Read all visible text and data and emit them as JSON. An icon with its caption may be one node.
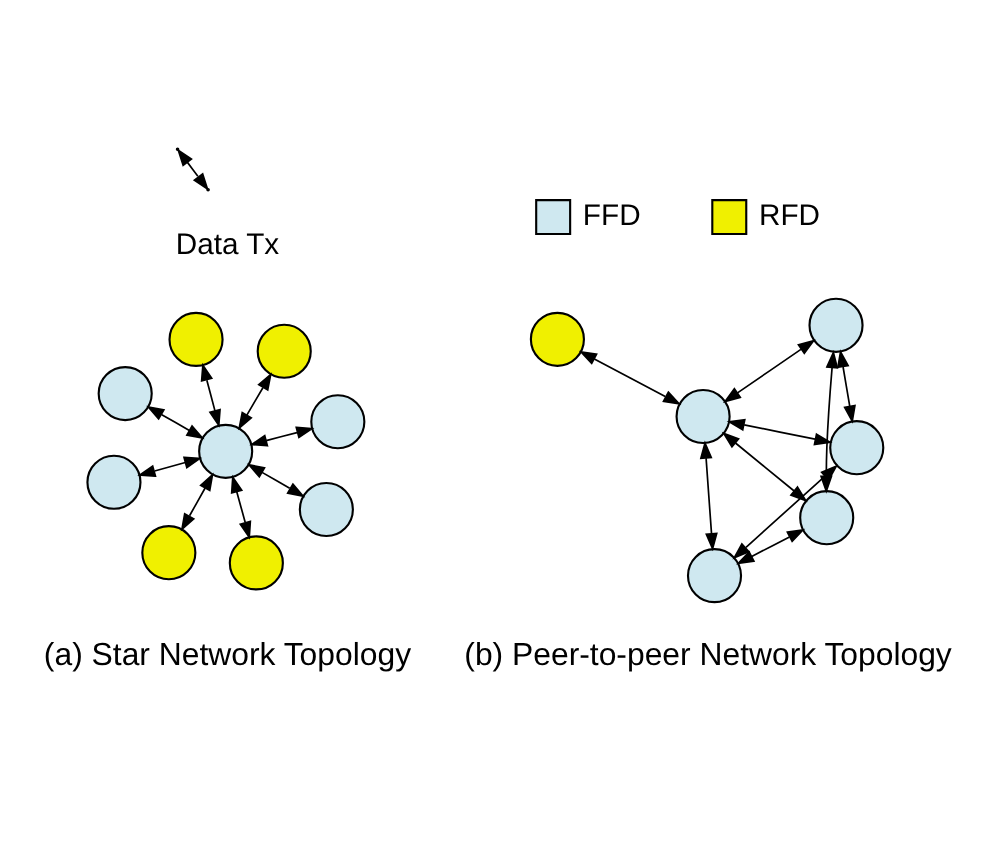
{
  "diagram": {
    "nodes": [
      {
        "text": [],
        "shape": "circle"
      },
      {
        "text": [],
        "shape": "circle"
      },
      {
        "text": [],
        "shape": "circle"
      },
      {
        "text": [],
        "shape": "circle"
      },
      {
        "text": [],
        "shape": "circle"
      },
      {
        "text": [],
        "shape": "circle"
      },
      {
        "text": [],
        "shape": "circle"
      },
      {
        "text": [],
        "shape": "circle"
      },
      {
        "text": [],
        "shape": "circle"
      },
      {
        "text": [],
        "shape": "circle"
      },
      {
        "text": [],
        "shape": "circle"
      },
      {
        "text": [],
        "shape": "circle"
      },
      {
        "text": [],
        "shape": "circle"
      },
      {
        "text": [],
        "shape": "circle"
      },
      {
        "text": [],
        "shape": "circle"
      }
    ],
    "edges": [
      {
        "from": 0,
        "to": 1,
        "arrow": "both"
      },
      {
        "from": 0,
        "to": 2,
        "arrow": "both"
      },
      {
        "from": 0,
        "to": 3,
        "arrow": "both"
      },
      {
        "from": 0,
        "to": 4,
        "arrow": "both"
      },
      {
        "from": 0,
        "to": 5,
        "arrow": "both"
      },
      {
        "from": 0,
        "to": 6,
        "arrow": "both"
      },
      {
        "from": 0,
        "to": 7,
        "arrow": "both"
      },
      {
        "from": 0,
        "to": 8,
        "arrow": "both"
      },
      {
        "from": 9,
        "to": 10,
        "arrow": "both"
      },
      {
        "from": 9,
        "to": 11,
        "arrow": "both"
      },
      {
        "from": 10,
        "to": 11,
        "arrow": "both"
      },
      {
        "from": 9,
        "to": 13,
        "arrow": "both"
      },
      {
        "from": 10,
        "to": 14,
        "arrow": "both"
      },
      {
        "from": 11,
        "to": 12,
        "arrow": "both"
      },
      {
        "from": 11,
        "to": 13,
        "arrow": "both"
      },
      {
        "from": 11,
        "to": 14,
        "arrow": "both"
      },
      {
        "from": 13,
        "to": 14,
        "arrow": "both"
      }
    ],
    "labels": [
      "(a) Star Network Topology",
      "(b) Peer-to-peer Network Topology"
    ],
    "legend": [
      {
        "text": "FFD",
        "color": "#cfe8f0"
      },
      {
        "text": "RFD",
        "color": "#f0f000"
      },
      {
        "text": "Data Tx"
      }
    ]
  }
}
